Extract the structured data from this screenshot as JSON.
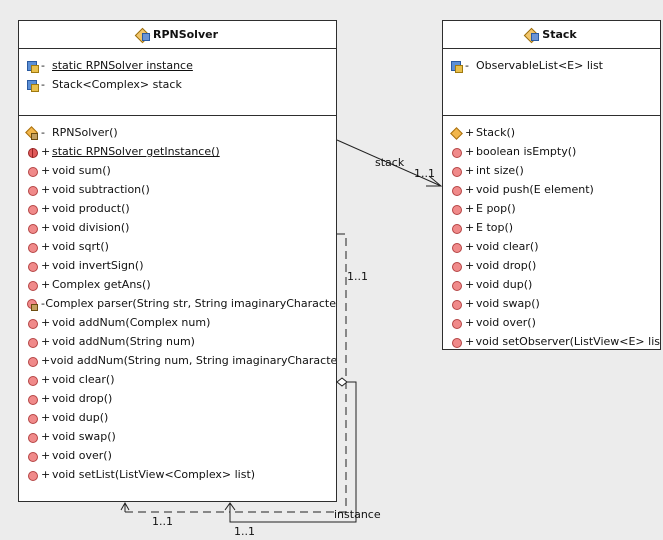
{
  "classes": {
    "rpnsolver": {
      "name": "RPNSolver",
      "fields": [
        {
          "icon": "field-icon",
          "vis": "-",
          "text": "static RPNSolver instance",
          "underline": true
        },
        {
          "icon": "field-icon",
          "vis": "-",
          "text": "Stack<Complex> stack",
          "underline": false
        }
      ],
      "methods": [
        {
          "icon": "private-ctor-icon",
          "vis": "-",
          "text": "RPNSolver()",
          "underline": false
        },
        {
          "icon": "static-icon",
          "vis": "+",
          "text": "static RPNSolver getInstance()",
          "underline": true
        },
        {
          "icon": "method-icon",
          "vis": "+",
          "text": "void sum()",
          "underline": false
        },
        {
          "icon": "method-icon",
          "vis": "+",
          "text": "void subtraction()",
          "underline": false
        },
        {
          "icon": "method-icon",
          "vis": "+",
          "text": "void product()",
          "underline": false
        },
        {
          "icon": "method-icon",
          "vis": "+",
          "text": "void division()",
          "underline": false
        },
        {
          "icon": "method-icon",
          "vis": "+",
          "text": "void sqrt()",
          "underline": false
        },
        {
          "icon": "method-icon",
          "vis": "+",
          "text": "void invertSign()",
          "underline": false
        },
        {
          "icon": "method-icon",
          "vis": "+",
          "text": "Complex getAns()",
          "underline": false
        },
        {
          "icon": "private-method-icon",
          "vis": "-",
          "text": "Complex parser(String str, String imaginaryCharacte",
          "underline": false
        },
        {
          "icon": "method-icon",
          "vis": "+",
          "text": "void addNum(Complex num)",
          "underline": false
        },
        {
          "icon": "method-icon",
          "vis": "+",
          "text": "void addNum(String num)",
          "underline": false
        },
        {
          "icon": "method-icon",
          "vis": "+",
          "text": "void addNum(String num, String imaginaryCharacte",
          "underline": false
        },
        {
          "icon": "method-icon",
          "vis": "+",
          "text": "void clear()",
          "underline": false
        },
        {
          "icon": "method-icon",
          "vis": "+",
          "text": "void drop()",
          "underline": false
        },
        {
          "icon": "method-icon",
          "vis": "+",
          "text": "void dup()",
          "underline": false
        },
        {
          "icon": "method-icon",
          "vis": "+",
          "text": "void swap()",
          "underline": false
        },
        {
          "icon": "method-icon",
          "vis": "+",
          "text": "void over()",
          "underline": false
        },
        {
          "icon": "method-icon",
          "vis": "+",
          "text": "void setList(ListView<Complex> list)",
          "underline": false
        }
      ]
    },
    "stack": {
      "name": "Stack",
      "fields": [
        {
          "icon": "field-icon",
          "vis": "-",
          "text": "ObservableList<E> list",
          "underline": false
        }
      ],
      "methods": [
        {
          "icon": "ctor-icon",
          "vis": "+",
          "text": "Stack()",
          "underline": false
        },
        {
          "icon": "method-icon",
          "vis": "+",
          "text": "boolean isEmpty()",
          "underline": false
        },
        {
          "icon": "method-icon",
          "vis": "+",
          "text": "int size()",
          "underline": false
        },
        {
          "icon": "method-icon",
          "vis": "+",
          "text": "void push(E element)",
          "underline": false
        },
        {
          "icon": "method-icon",
          "vis": "+",
          "text": "E pop()",
          "underline": false
        },
        {
          "icon": "method-icon",
          "vis": "+",
          "text": "E top()",
          "underline": false
        },
        {
          "icon": "method-icon",
          "vis": "+",
          "text": "void clear()",
          "underline": false
        },
        {
          "icon": "method-icon",
          "vis": "+",
          "text": "void drop()",
          "underline": false
        },
        {
          "icon": "method-icon",
          "vis": "+",
          "text": "void dup()",
          "underline": false
        },
        {
          "icon": "method-icon",
          "vis": "+",
          "text": "void swap()",
          "underline": false
        },
        {
          "icon": "method-icon",
          "vis": "+",
          "text": "void over()",
          "underline": false
        },
        {
          "icon": "method-icon",
          "vis": "+",
          "text": "void setObserver(ListView<E> lis",
          "underline": false
        }
      ]
    }
  },
  "associations": {
    "stack_role": "stack",
    "stack_multiplicity": "1..1",
    "instance_role": "instance",
    "instance_multiplicity_right": "1..1",
    "instance_multiplicity_bottom_left": "1..1",
    "instance_multiplicity_bottom_right": "1..1"
  },
  "colors": {
    "background": "#ececec",
    "box_fill": "#ffffff",
    "border": "#2e2e2e"
  }
}
